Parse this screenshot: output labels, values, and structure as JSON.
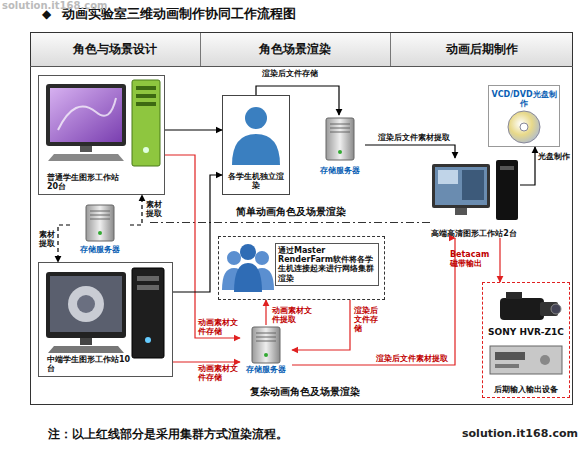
{
  "diagram": {
    "title": "动画实验室三维动画制作协同工作流程图",
    "caption": "注：以上红线部分是采用集群方式渲染流程。",
    "nodes": [
      {
        "text": [
          "角色与场景设计"
        ]
      },
      {
        "text": [
          "角色场景渲染"
        ]
      },
      {
        "text": [
          "动画后期制作"
        ]
      },
      {
        "text": [
          "普通学生图形工作站20台"
        ]
      },
      {
        "text": [
          "存储服务器"
        ]
      },
      {
        "text": [
          "中端学生图形工作站10台"
        ]
      },
      {
        "text": [
          "各学生机独立渲染"
        ]
      },
      {
        "text": [
          "存储服务器"
        ]
      },
      {
        "text": [
          "通过Master RenderFarm软件将各学生机连接起来进行网络集群渲染"
        ]
      },
      {
        "text": [
          "存储服务器"
        ]
      },
      {
        "text": [
          "VCD/DVD光盘制作"
        ]
      },
      {
        "text": [
          "高端高清图形工作站2台"
        ]
      },
      {
        "text": [
          "SONY HVR-Z1C",
          "后期输入输出设备"
        ]
      }
    ],
    "edges": [
      {
        "from": 3,
        "to": 6,
        "arrow": "to"
      },
      {
        "from": 3,
        "to": 9,
        "label": "动画素材文件存储",
        "arrow": "to"
      },
      {
        "from": 4,
        "to": 3,
        "label": "素材提取",
        "arrow": "to"
      },
      {
        "from": 4,
        "to": 5,
        "label": "素材提取",
        "arrow": "to"
      },
      {
        "from": 5,
        "to": 9,
        "label": "动画素材文件存储",
        "arrow": "to"
      },
      {
        "from": 5,
        "to": 6,
        "arrow": "to"
      },
      {
        "from": 6,
        "to": 7,
        "label": "渲染后文件存储",
        "arrow": "to"
      },
      {
        "from": 7,
        "to": 11,
        "label": "渲染后文件素材提取",
        "arrow": "to"
      },
      {
        "from": 9,
        "to": 8,
        "label": "动画素材文件提取",
        "arrow": "to"
      },
      {
        "from": 8,
        "to": 9,
        "label": "渲染后文件存储",
        "arrow": "to"
      },
      {
        "from": 9,
        "to": 11,
        "label": "渲染后文件素材提取",
        "arrow": "to"
      },
      {
        "from": 11,
        "to": 10,
        "label": "光盘制作",
        "arrow": "to"
      },
      {
        "from": 11,
        "to": 12,
        "label": "Betacam磁带输出",
        "arrow": "to"
      }
    ],
    "labels": [
      "solution.it168.com",
      "◆",
      "简单动画角色及场景渲染",
      "复杂动画角色及场景渲染",
      "solution.it168.com"
    ]
  }
}
